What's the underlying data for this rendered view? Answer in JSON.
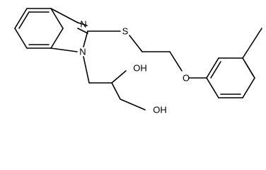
{
  "molecule": {
    "atoms": {
      "n1": "N",
      "n2": "N",
      "s": "S",
      "o_ether": "O",
      "oh1": "OH",
      "oh2": "OH"
    }
  },
  "colors": {
    "bond": "#000000",
    "label": "#000000",
    "background": "#ffffff"
  }
}
